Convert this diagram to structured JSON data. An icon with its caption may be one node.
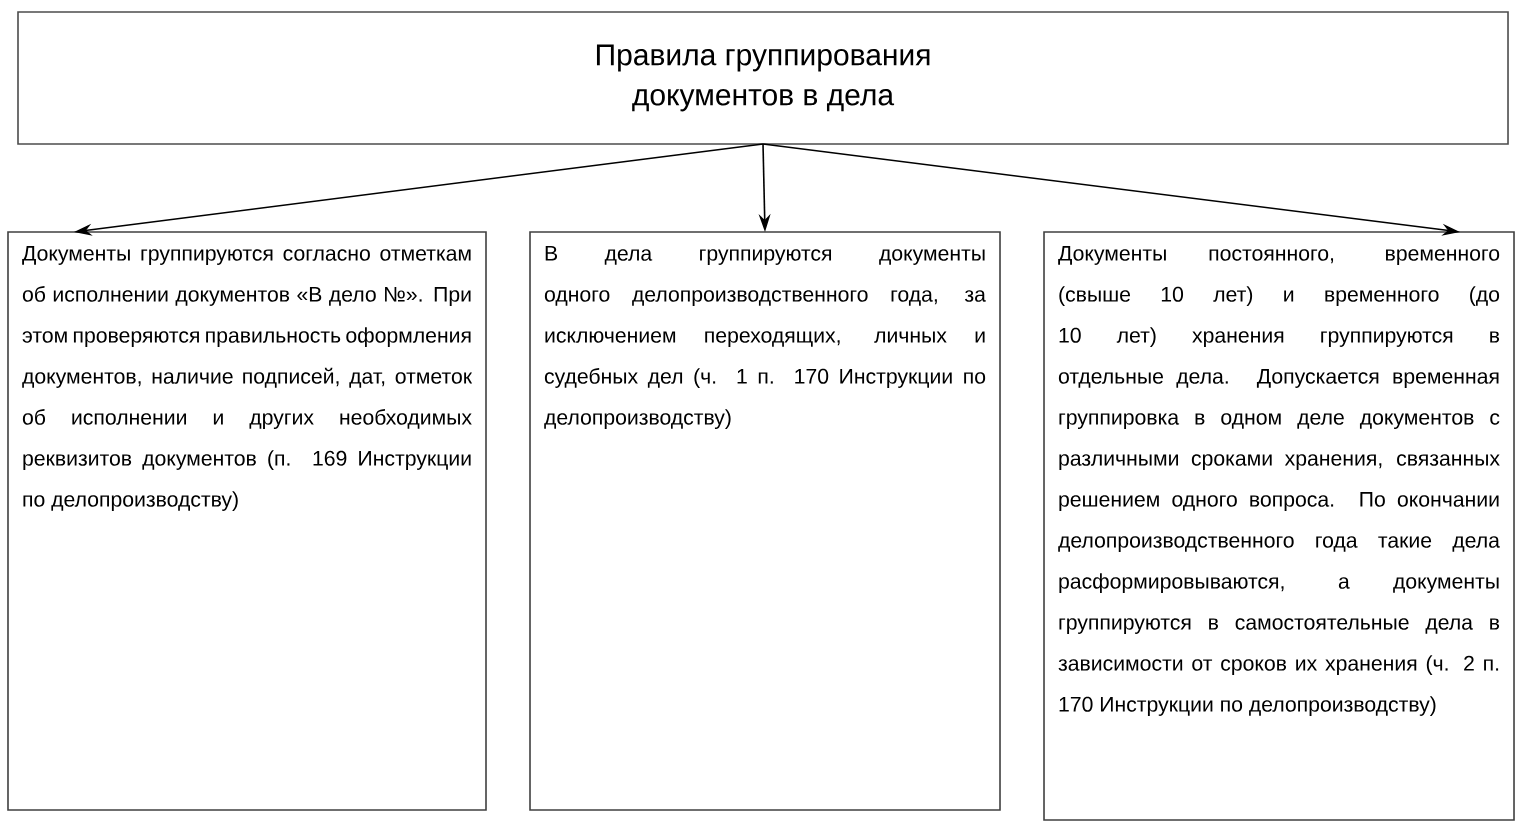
{
  "diagram": {
    "nodes": [
      {
        "text": [
          "Правила группирования документов в дела"
        ]
      },
      {
        "text": [
          "Документы группируются согласно отметкам об исполнении документов «В дело №». При этом проверяются правильность оформления документов, наличие подписей, дат, отметок об исполнении и других необходимых реквизитов документов (п. 169 Инструкции по делопроизводству)"
        ]
      },
      {
        "text": [
          "В дела группируются документы одного делопроизводственного года, за исключением переходящих, личных и судебных дел (ч. 1 п. 170 Инструкции по делопроизводству)"
        ]
      },
      {
        "text": [
          "Документы постоянного, временного (свыше 10 лет) и временного (до 10 лет) хранения группируются в отдельные дела. Допускается временная группировка в одном деле документов с различными сроками хранения, связанных решением одного вопроса. По окончании делопроизводственного года такие дела расформировываются, а документы группируются в самостоятельные дела в зависимости от сроков их хранения (ч. 2 п. 170 Инструкции по делопроизводству)"
        ]
      }
    ],
    "edges": [
      {
        "from": 0,
        "to": 1,
        "arrow": "to"
      },
      {
        "from": 0,
        "to": 2,
        "arrow": "to"
      },
      {
        "from": 0,
        "to": 3,
        "arrow": "to"
      }
    ]
  }
}
